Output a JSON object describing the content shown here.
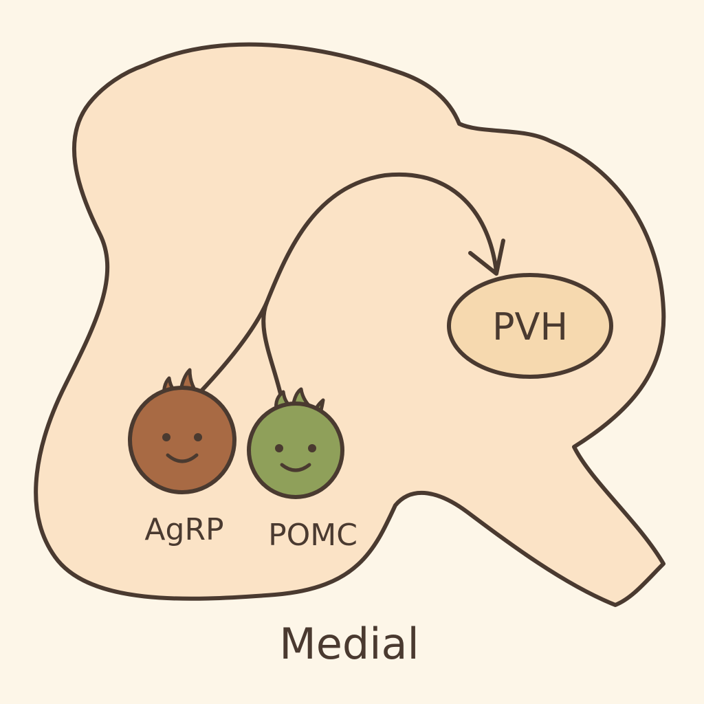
{
  "diagram": {
    "regions": {
      "target": "PVH"
    },
    "neurons": [
      {
        "label": "AgRP",
        "color": "#a86a44"
      },
      {
        "label": "POMC",
        "color": "#8fa05a"
      }
    ],
    "caption": "Medial",
    "colors": {
      "background": "#fdf6e8",
      "brain_fill": "#fbe3c6",
      "outline": "#4a3a30",
      "pvh_fill": "#f6d9af"
    }
  }
}
